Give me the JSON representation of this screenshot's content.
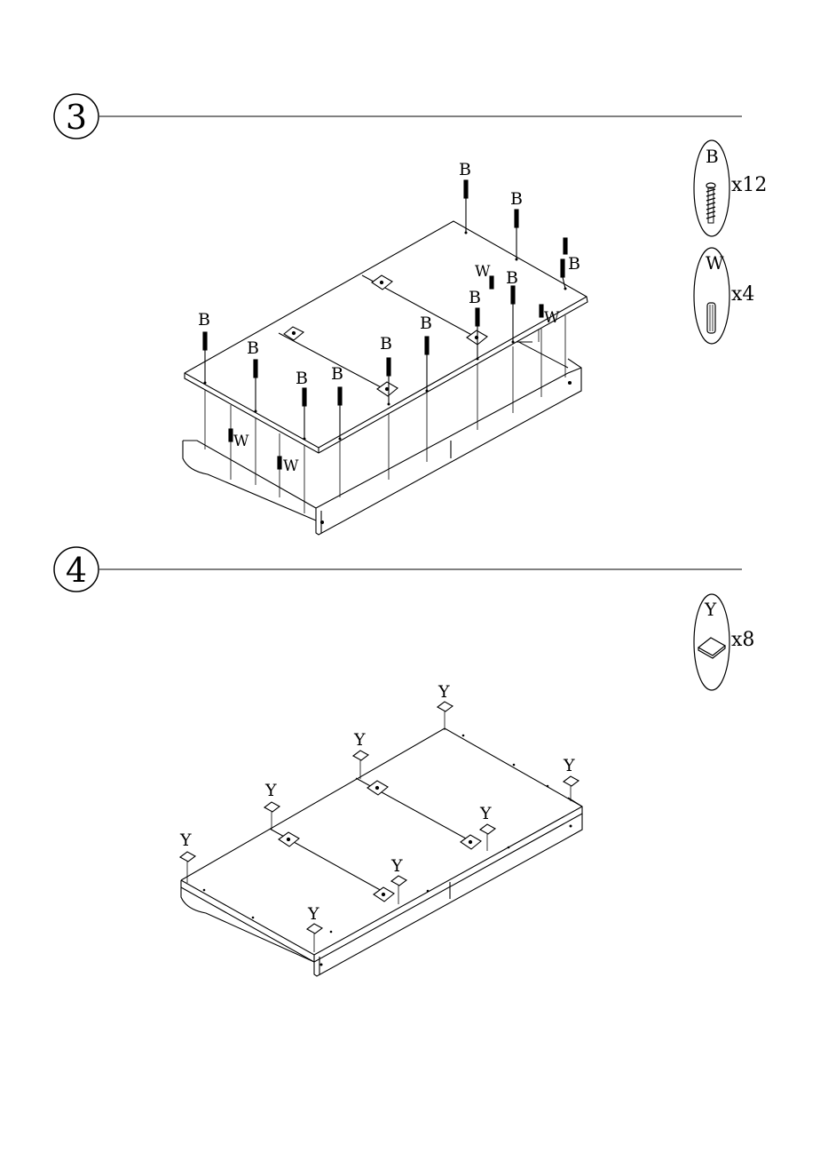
{
  "steps": [
    {
      "number": "3",
      "parts": [
        {
          "letter": "B",
          "qty": "x12",
          "icon": "screw-icon"
        },
        {
          "letter": "W",
          "qty": "x4",
          "icon": "dowel-icon"
        }
      ],
      "callouts": {
        "screw": "B",
        "dowel": "W"
      }
    },
    {
      "number": "4",
      "parts": [
        {
          "letter": "Y",
          "qty": "x8",
          "icon": "foot-pad-icon"
        }
      ],
      "callouts": {
        "pad": "Y"
      }
    }
  ]
}
